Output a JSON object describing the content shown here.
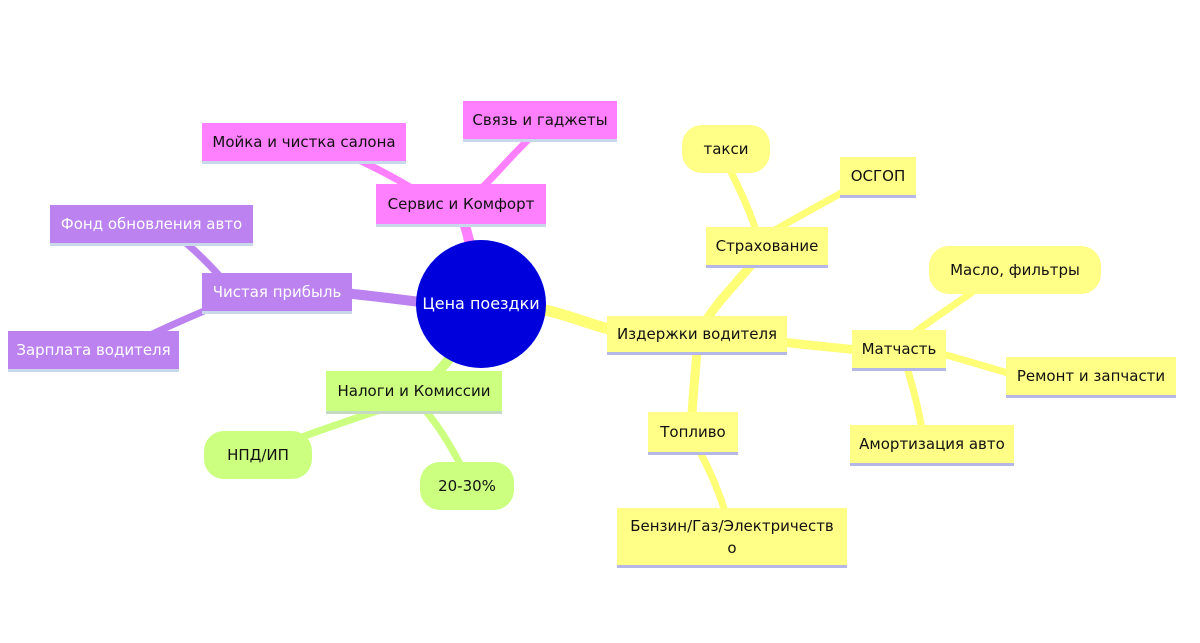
{
  "center": "Цена поездки",
  "branches": {
    "driver_costs": {
      "label": "Издержки водителя",
      "color": "#ffff88",
      "insurance": {
        "label": "Страхование",
        "children": [
          "такси",
          "ОСГОП"
        ]
      },
      "parts": {
        "label": "Матчасть",
        "children": [
          "Масло, фильтры",
          "Ремонт и запчасти",
          "Амортизация авто"
        ]
      },
      "fuel": {
        "label": "Топливо",
        "children": [
          "Бензин/Газ/Электричество"
        ]
      }
    },
    "service": {
      "label": "Сервис и Комфорт",
      "color": "#ff80ff",
      "children": [
        "Мойка и чистка салона",
        "Связь и гаджеты"
      ]
    },
    "profit": {
      "label": "Чистая прибыль",
      "color": "#bb82f0",
      "children": [
        "Фонд обновления авто",
        "Зарплата водителя"
      ]
    },
    "taxes": {
      "label": "Налоги и Комиссии",
      "color": "#ccff80",
      "children": [
        "НПД/ИП",
        "20-30%"
      ]
    }
  }
}
